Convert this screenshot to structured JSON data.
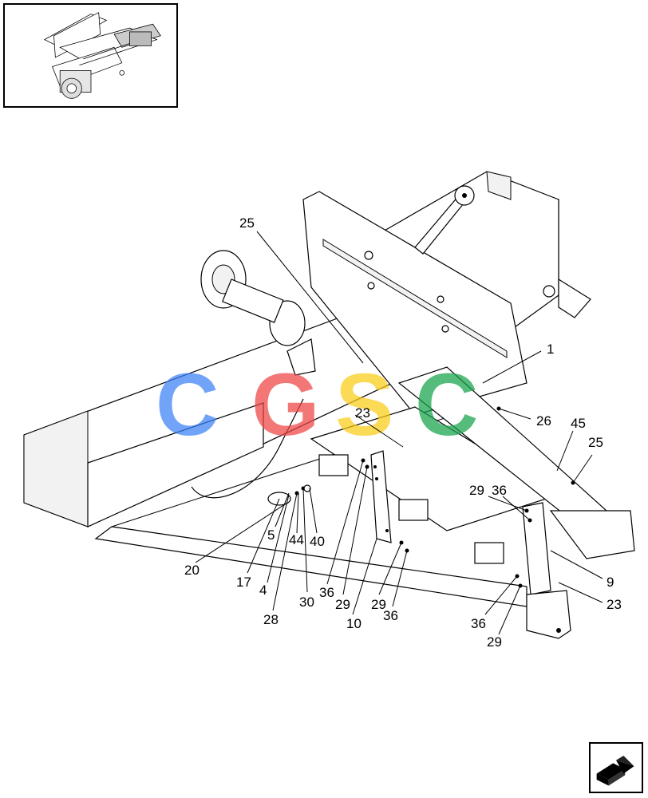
{
  "watermark": {
    "letters": [
      "C",
      "G",
      "S",
      "C"
    ],
    "colors": [
      "#3b82f6",
      "#ef4444",
      "#facc15",
      "#16a34a"
    ]
  },
  "callouts": [
    {
      "id": "c1",
      "text": "25"
    },
    {
      "id": "c2",
      "text": "1"
    },
    {
      "id": "c3",
      "text": "26"
    },
    {
      "id": "c4",
      "text": "23"
    },
    {
      "id": "c5",
      "text": "45"
    },
    {
      "id": "c6",
      "text": "25"
    },
    {
      "id": "c7",
      "text": "29"
    },
    {
      "id": "c8",
      "text": "36"
    },
    {
      "id": "c9",
      "text": "9"
    },
    {
      "id": "c10",
      "text": "23"
    },
    {
      "id": "c11",
      "text": "36"
    },
    {
      "id": "c12",
      "text": "29"
    },
    {
      "id": "c13",
      "text": "5"
    },
    {
      "id": "c14",
      "text": "44"
    },
    {
      "id": "c15",
      "text": "40"
    },
    {
      "id": "c16",
      "text": "20"
    },
    {
      "id": "c17",
      "text": "17"
    },
    {
      "id": "c18",
      "text": "4"
    },
    {
      "id": "c19",
      "text": "28"
    },
    {
      "id": "c20",
      "text": "30"
    },
    {
      "id": "c21",
      "text": "36"
    },
    {
      "id": "c22",
      "text": "29"
    },
    {
      "id": "c23",
      "text": "10"
    },
    {
      "id": "c24",
      "text": "29"
    },
    {
      "id": "c25",
      "text": "36"
    }
  ],
  "nav": {
    "icon": "next-page-arrow-icon"
  }
}
